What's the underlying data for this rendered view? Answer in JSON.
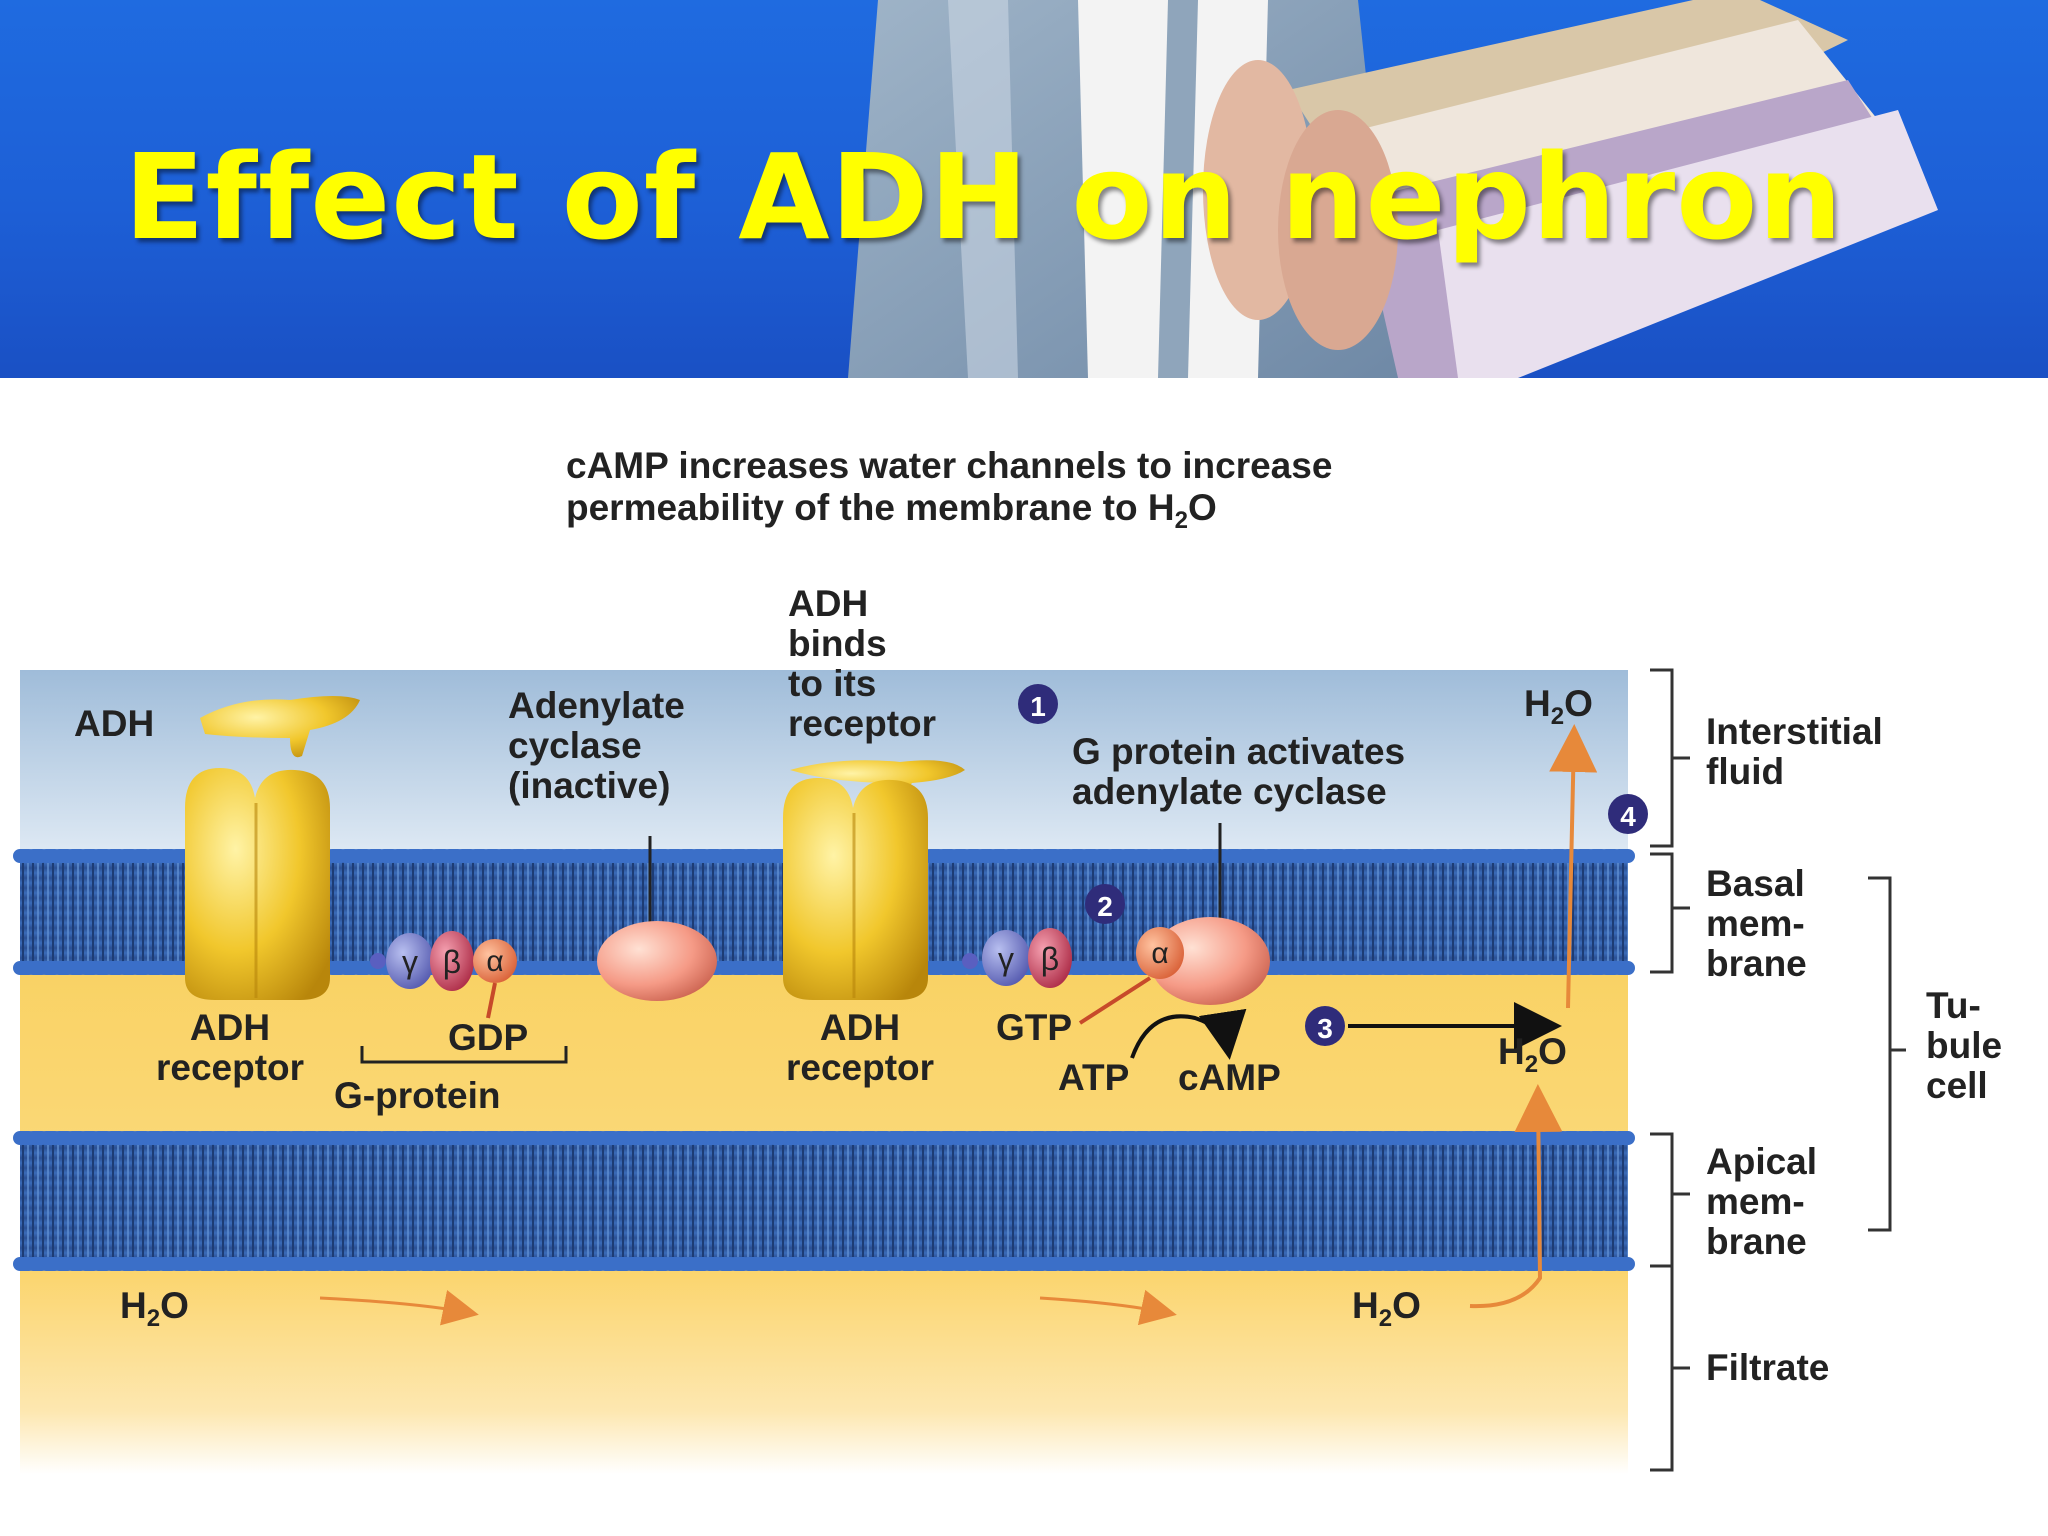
{
  "title": "Effect of ADH on nephron",
  "diagram": {
    "caption_line1": "cAMP increases water channels to increase",
    "caption_line2_pre": "permeability of the membrane to H",
    "caption_line2_sub": "2",
    "caption_line2_post": "O",
    "adh": "ADH",
    "adh_binds": [
      "ADH",
      "binds",
      "to its",
      "receptor"
    ],
    "adenylate_cyclase": [
      "Adenylate",
      "cyclase",
      "(inactive)"
    ],
    "g_protein_activates": [
      "G protein activates",
      "adenylate cyclase"
    ],
    "adh_receptor": [
      "ADH",
      "receptor"
    ],
    "g_protein": "G-protein",
    "gdp": "GDP",
    "gtp": "GTP",
    "atp": "ATP",
    "camp": "cAMP",
    "h2o_h": "H",
    "h2o_sub": "2",
    "h2o_o": "O",
    "gamma": "γ",
    "beta": "β",
    "alpha": "α",
    "steps": [
      "1",
      "2",
      "3",
      "4"
    ],
    "interstitial": [
      "Interstitial",
      "fluid"
    ],
    "basal": [
      "Basal",
      "mem-",
      "brane"
    ],
    "tubule": [
      "Tu-",
      "bule",
      "cell"
    ],
    "apical": [
      "Apical",
      "mem-",
      "brane"
    ],
    "filtrate": "Filtrate"
  }
}
